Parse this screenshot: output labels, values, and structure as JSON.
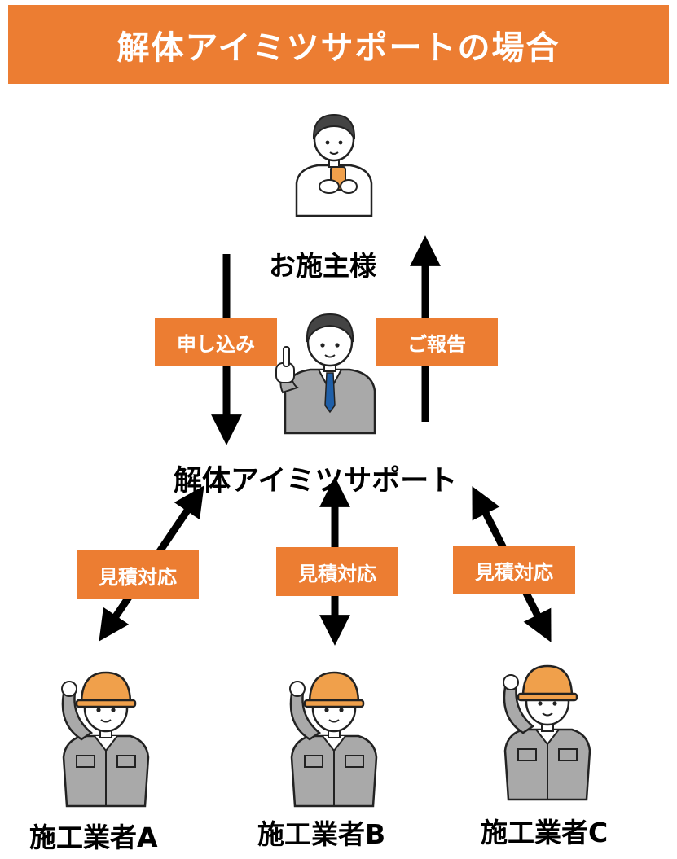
{
  "title": "解体アイミツサポートの場合",
  "nodes": {
    "client": "お施主様",
    "support": "解体アイミツサポート",
    "contractor_a": "施工業者A",
    "contractor_b": "施工業者B",
    "contractor_c": "施工業者C"
  },
  "labels": {
    "apply": "申し込み",
    "report": "ご報告",
    "quote_a": "見積対応",
    "quote_b": "見積対応",
    "quote_c": "見積対応"
  },
  "colors": {
    "accent": "#EC7D32",
    "helmet": "#F0A04B",
    "suit": "#A9A9A9",
    "tie": "#1F5FA8",
    "text": "#000000"
  },
  "icons": {
    "client": "person-with-phone-icon",
    "support": "consultant-pointing-icon",
    "contractors": "worker-helmet-icon"
  }
}
